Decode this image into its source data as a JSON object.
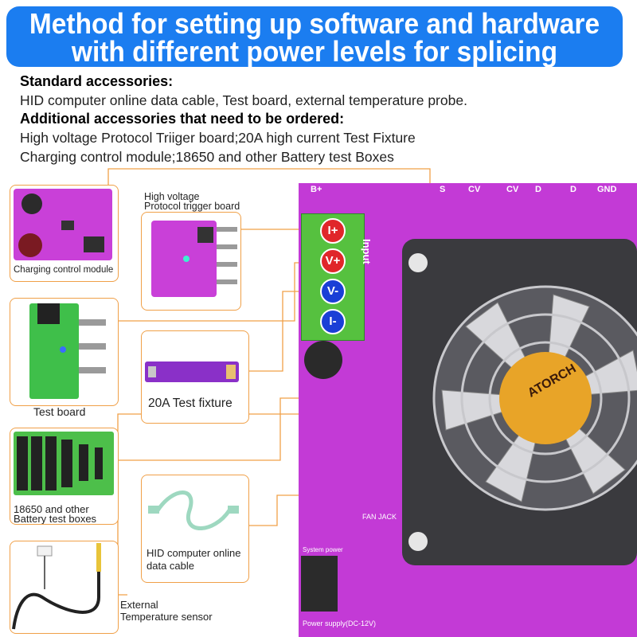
{
  "title": {
    "line1": "Method for setting up software and hardware",
    "line2": "with different power levels for splicing"
  },
  "accessories": {
    "standard_heading": "Standard accessories:",
    "standard_items": "HID computer online data cable, Test board, external temperature probe.",
    "additional_heading": "Additional accessories that need to be ordered:",
    "additional_line1": "High voltage Protocol Triiger board;20A high current Test Fixture",
    "additional_line2": "Charging control module;18650 and other Battery test Boxes"
  },
  "callouts": {
    "charging_module": "Charging control module",
    "hv_trigger_line1": "High voltage",
    "hv_trigger_line2": "Protocol trigger board",
    "test_board": "Test board",
    "test_fixture": "20A Test fixture",
    "battery_box_line1": "18650 and other",
    "battery_box_line2": "Battery test boxes",
    "hid_cable_line1": "HID computer online",
    "hid_cable_line2": "data cable",
    "temp_sensor_line1": "External",
    "temp_sensor_line2": "Temperature sensor"
  },
  "board": {
    "terminals": [
      "I+",
      "V+",
      "V-",
      "I-"
    ],
    "pads": [
      "B+",
      "S",
      "CV",
      "CV",
      "D",
      "D",
      "GND"
    ],
    "input_label": "Input",
    "brand": "ATORCH",
    "fan_jack": "FAN JACK",
    "system_power": "System power",
    "power_supply": "Power supply(DC-12V)"
  },
  "colors": {
    "banner": "#1b7df0",
    "board": "#c33ad6",
    "callout_line": "#f0a048",
    "terminal_red": "#e0262a",
    "terminal_blue": "#1a3fd6"
  }
}
